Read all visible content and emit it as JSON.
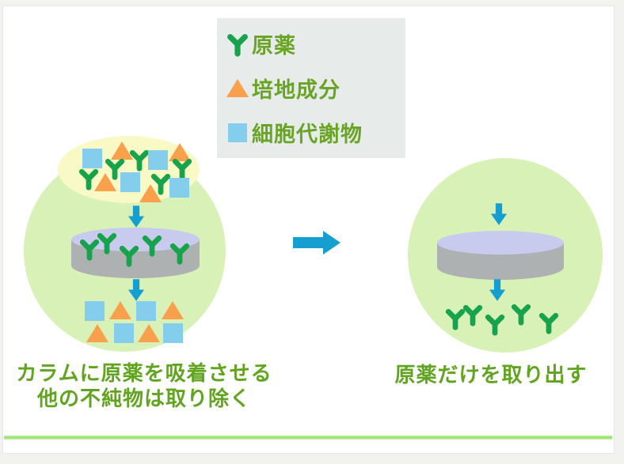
{
  "legend": {
    "items": [
      {
        "icon": "antibody-icon",
        "label": "原薬"
      },
      {
        "icon": "medium-component-icon",
        "label": "培地成分"
      },
      {
        "icon": "metabolite-icon",
        "label": "細胞代謝物"
      }
    ]
  },
  "left_panel": {
    "caption_line1": "カラムに原薬を吸着させる",
    "caption_line2": "他の不純物は取り除く",
    "mixture_counts": {
      "antibody": 5,
      "medium_component": 4,
      "metabolite": 4
    },
    "column_bound_antibodies": 5,
    "flowthrough_counts": {
      "metabolite": 4,
      "medium_component": 4
    }
  },
  "right_panel": {
    "caption": "原薬だけを取り出す",
    "eluted_antibodies": 5
  },
  "colors": {
    "antibody_green": "#17a34b",
    "medium_orange": "#f8a04c",
    "metabolite_blue": "#85cdec",
    "arrow_blue": "#149fd0",
    "circle_green": "#d8f1b6",
    "mixture_yellow": "#f9f9c5",
    "column_top_lavender": "#c9cbee",
    "column_body_gray": "#adb1b1",
    "text_green": "#61a41f",
    "legend_background": "#e7ebea",
    "underline_green": "#8de05e"
  }
}
